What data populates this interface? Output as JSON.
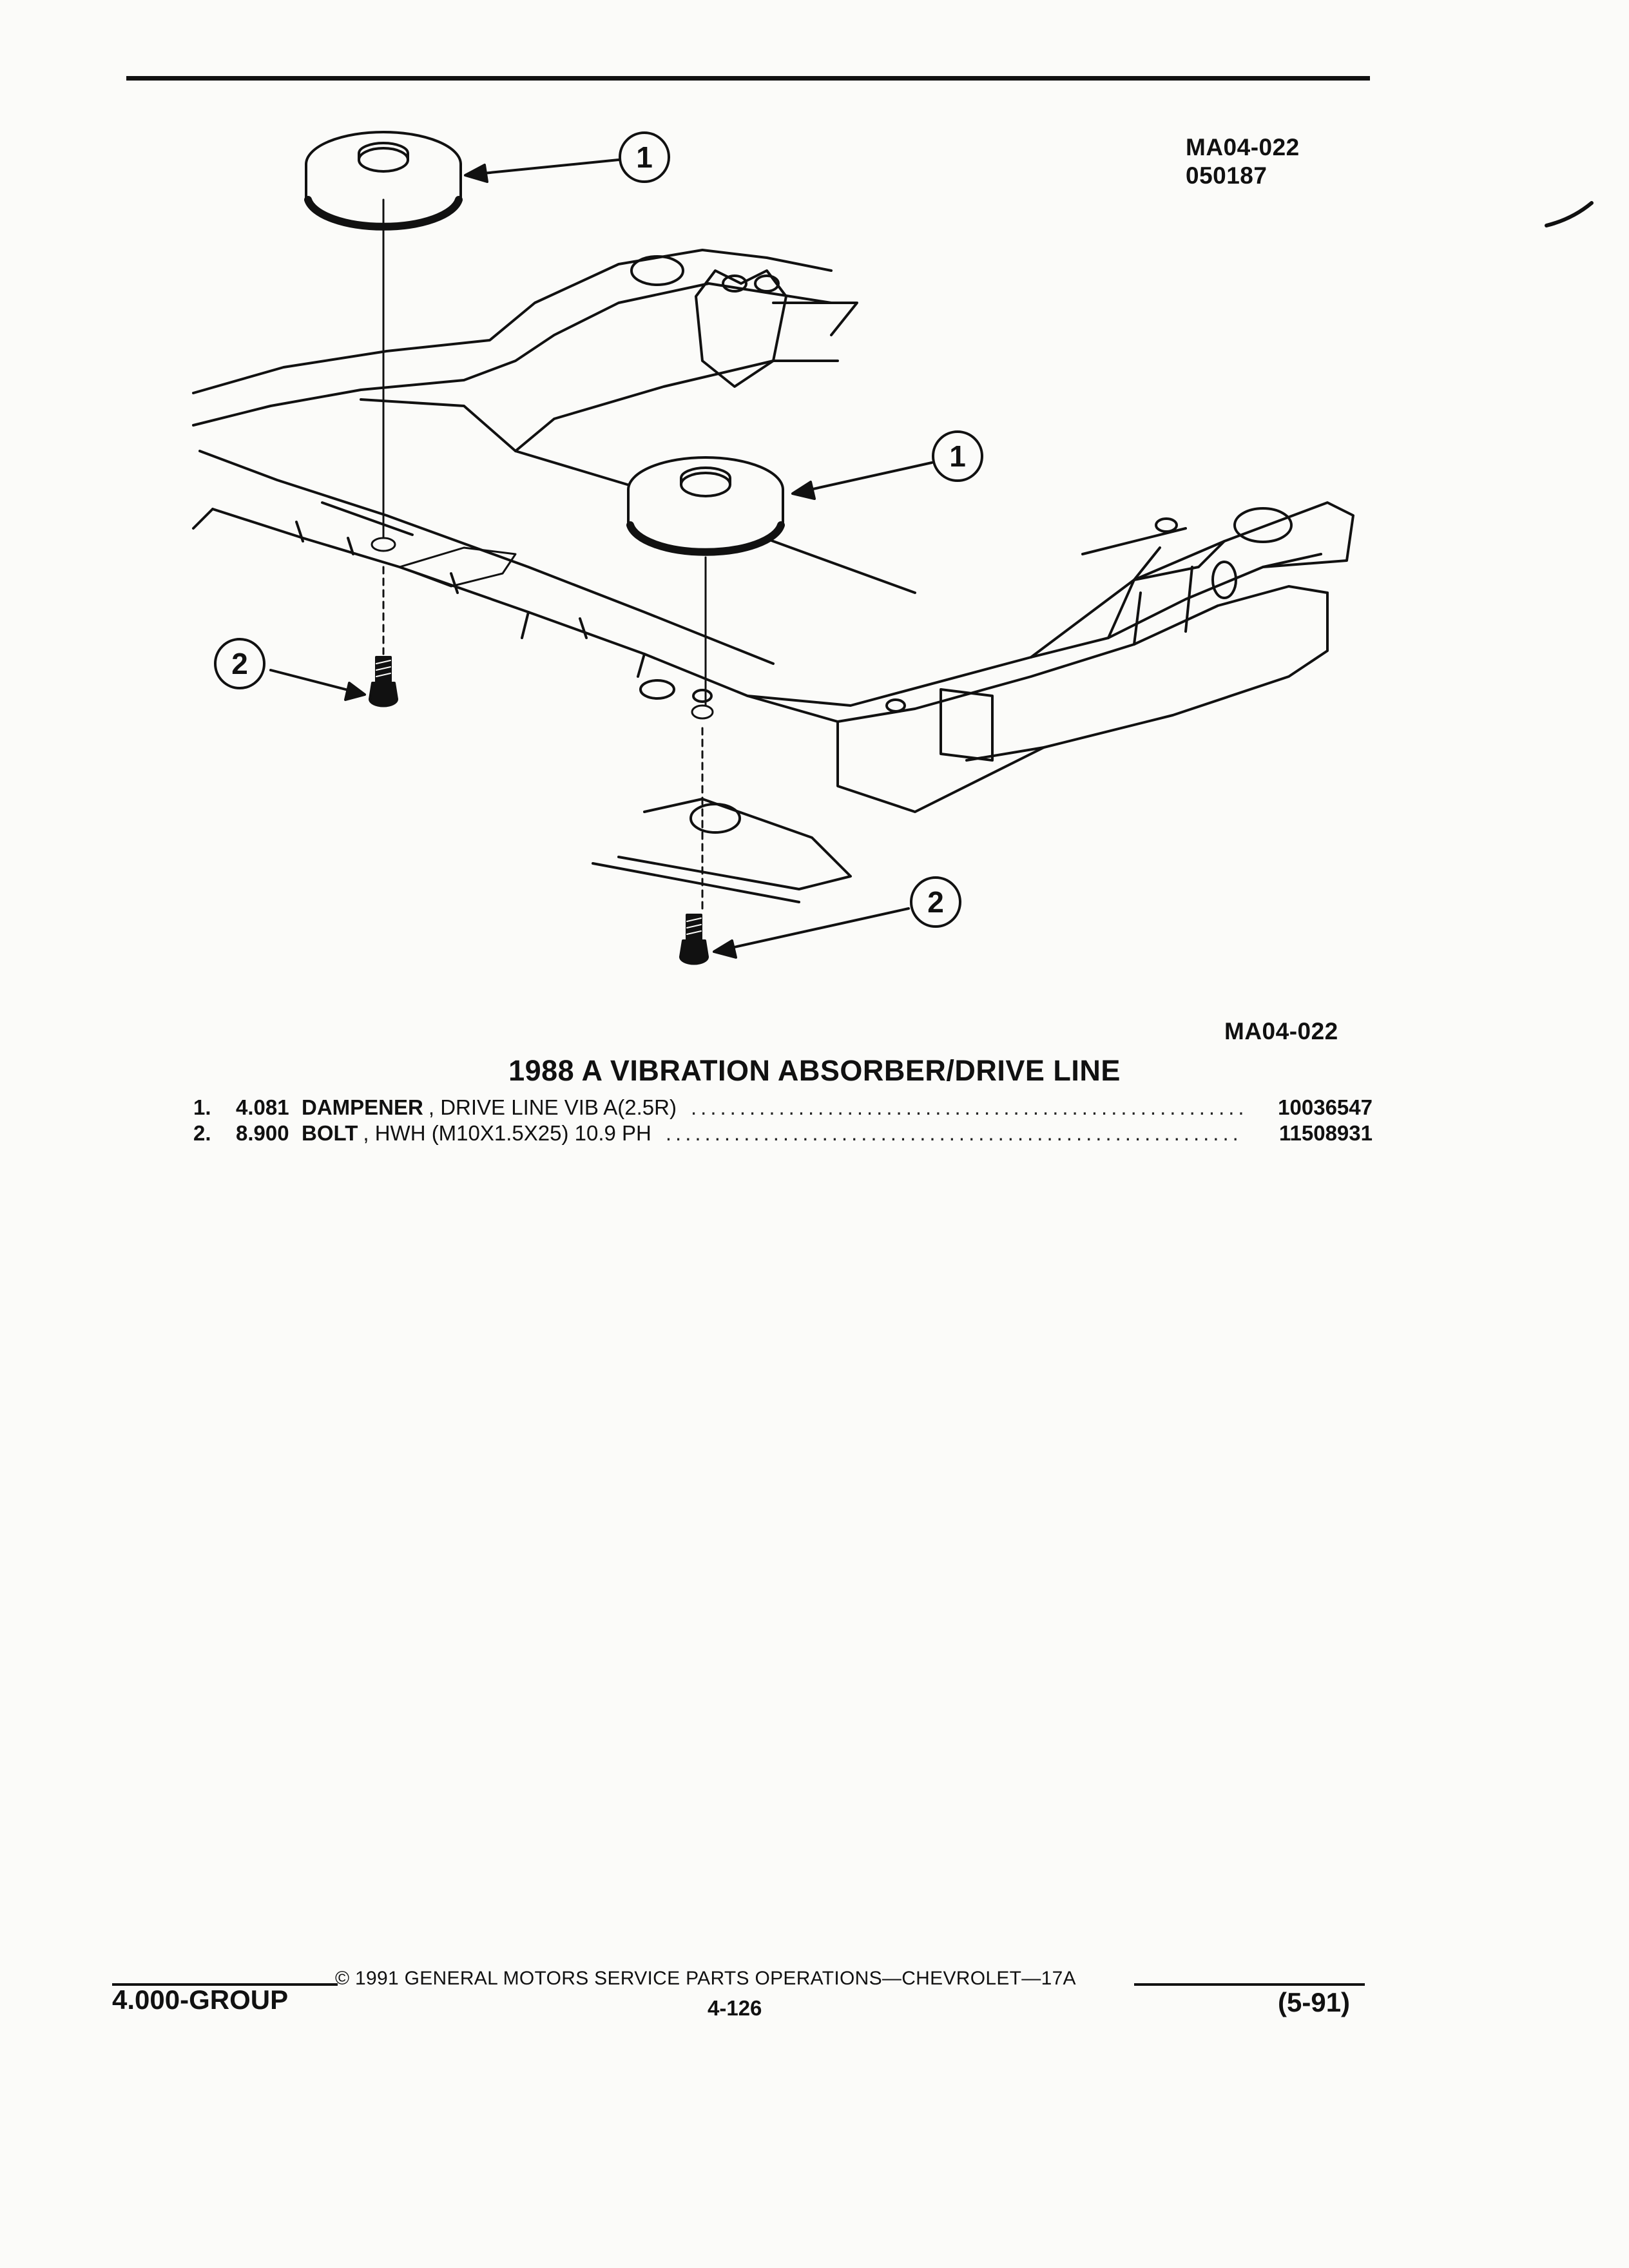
{
  "header": {
    "illustration_code": "MA04-022",
    "illustration_date": "050187"
  },
  "callouts": {
    "dampener": "1",
    "bolt": "2"
  },
  "figure_label": "MA04-022",
  "title": "1988 A VIBRATION ABSORBER/DRIVE LINE",
  "parts": [
    {
      "index": "1.",
      "group": "4.081",
      "name": "DAMPENER",
      "description": ", DRIVE LINE VIB A(2.5R)",
      "part_number": "10036547"
    },
    {
      "index": "2.",
      "group": "8.900",
      "name": "BOLT",
      "description": ", HWH (M10X1.5X25) 10.9 PH",
      "part_number": "11508931"
    }
  ],
  "footer": {
    "copyright": "© 1991 GENERAL MOTORS SERVICE PARTS OPERATIONS—CHEVROLET—17A",
    "group": "4.000-GROUP",
    "page": "4-126",
    "date": "(5-91)"
  }
}
